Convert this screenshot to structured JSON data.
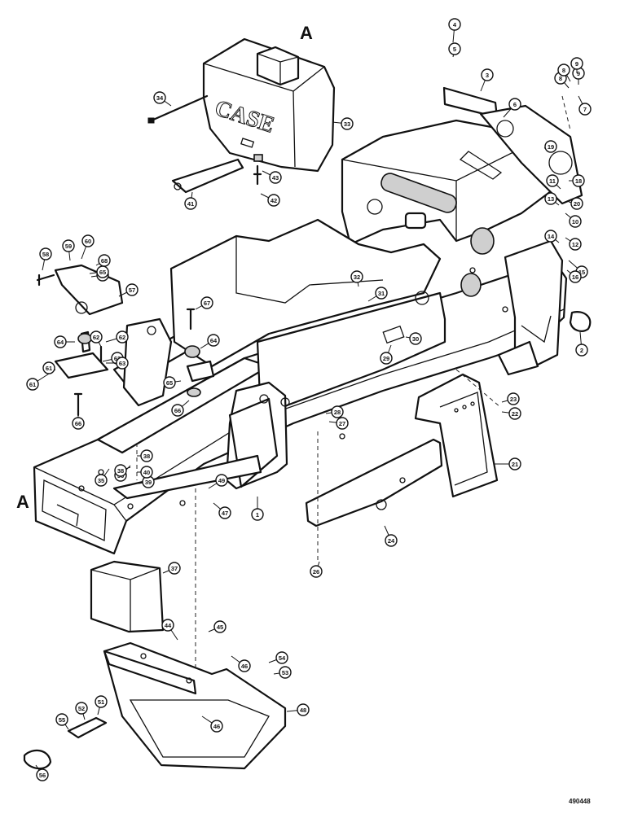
{
  "diagram": {
    "section_mark_top": "A",
    "section_mark_left": "A",
    "drawing_number": "490448",
    "callouts": [
      {
        "id": "c1",
        "label": "1"
      },
      {
        "id": "c2",
        "label": "2"
      },
      {
        "id": "c3",
        "label": "3"
      },
      {
        "id": "c4",
        "label": "4"
      },
      {
        "id": "c5",
        "label": "5"
      },
      {
        "id": "c6",
        "label": "6"
      },
      {
        "id": "c7",
        "label": "7"
      },
      {
        "id": "c8",
        "label": "8"
      },
      {
        "id": "c9",
        "label": "9"
      },
      {
        "id": "c10",
        "label": "10"
      },
      {
        "id": "c11",
        "label": "11"
      },
      {
        "id": "c12",
        "label": "12"
      },
      {
        "id": "c13",
        "label": "13"
      },
      {
        "id": "c14",
        "label": "14"
      },
      {
        "id": "c15",
        "label": "15"
      },
      {
        "id": "c16",
        "label": "16"
      },
      {
        "id": "c18",
        "label": "18"
      },
      {
        "id": "c19",
        "label": "19"
      },
      {
        "id": "c20",
        "label": "20"
      },
      {
        "id": "c21",
        "label": "21"
      },
      {
        "id": "c22",
        "label": "22"
      },
      {
        "id": "c23",
        "label": "23"
      },
      {
        "id": "c24",
        "label": "24"
      },
      {
        "id": "c26",
        "label": "26"
      },
      {
        "id": "c27",
        "label": "27"
      },
      {
        "id": "c28",
        "label": "28"
      },
      {
        "id": "c29",
        "label": "29"
      },
      {
        "id": "c30",
        "label": "30"
      },
      {
        "id": "c31",
        "label": "31"
      },
      {
        "id": "c32",
        "label": "32"
      },
      {
        "id": "c33",
        "label": "33"
      },
      {
        "id": "c34",
        "label": "34"
      },
      {
        "id": "c35",
        "label": "35"
      },
      {
        "id": "c36",
        "label": "36"
      },
      {
        "id": "c37",
        "label": "37"
      },
      {
        "id": "c38",
        "label": "38"
      },
      {
        "id": "c39",
        "label": "39"
      },
      {
        "id": "c40",
        "label": "40"
      },
      {
        "id": "c41",
        "label": "41"
      },
      {
        "id": "c42",
        "label": "42"
      },
      {
        "id": "c43",
        "label": "43"
      },
      {
        "id": "c44",
        "label": "44"
      },
      {
        "id": "c45",
        "label": "45"
      },
      {
        "id": "c46",
        "label": "46"
      },
      {
        "id": "c47",
        "label": "47"
      },
      {
        "id": "c48",
        "label": "48"
      },
      {
        "id": "c49",
        "label": "49"
      },
      {
        "id": "c51",
        "label": "51"
      },
      {
        "id": "c52",
        "label": "52"
      },
      {
        "id": "c53",
        "label": "53"
      },
      {
        "id": "c54",
        "label": "54"
      },
      {
        "id": "c55",
        "label": "55"
      },
      {
        "id": "c56",
        "label": "56"
      },
      {
        "id": "c57",
        "label": "57"
      },
      {
        "id": "c58",
        "label": "58"
      },
      {
        "id": "c59",
        "label": "59"
      },
      {
        "id": "c60",
        "label": "60"
      },
      {
        "id": "c61",
        "label": "61"
      },
      {
        "id": "c62",
        "label": "62"
      },
      {
        "id": "c63",
        "label": "63"
      },
      {
        "id": "c64",
        "label": "64"
      },
      {
        "id": "c65",
        "label": "65"
      },
      {
        "id": "c66",
        "label": "66"
      },
      {
        "id": "c67",
        "label": "67"
      },
      {
        "id": "c68",
        "label": "68"
      },
      {
        "id": "c69",
        "label": "69"
      },
      {
        "id": "c61b",
        "label": "61"
      },
      {
        "id": "c62b",
        "label": "62"
      },
      {
        "id": "c63b",
        "label": "63"
      },
      {
        "id": "c64b",
        "label": "64"
      },
      {
        "id": "c65b",
        "label": "65"
      },
      {
        "id": "c66b",
        "label": "66"
      },
      {
        "id": "c8b",
        "label": "8"
      },
      {
        "id": "c9b",
        "label": "9"
      },
      {
        "id": "c38b",
        "label": "38"
      },
      {
        "id": "c46b",
        "label": "46"
      }
    ]
  }
}
